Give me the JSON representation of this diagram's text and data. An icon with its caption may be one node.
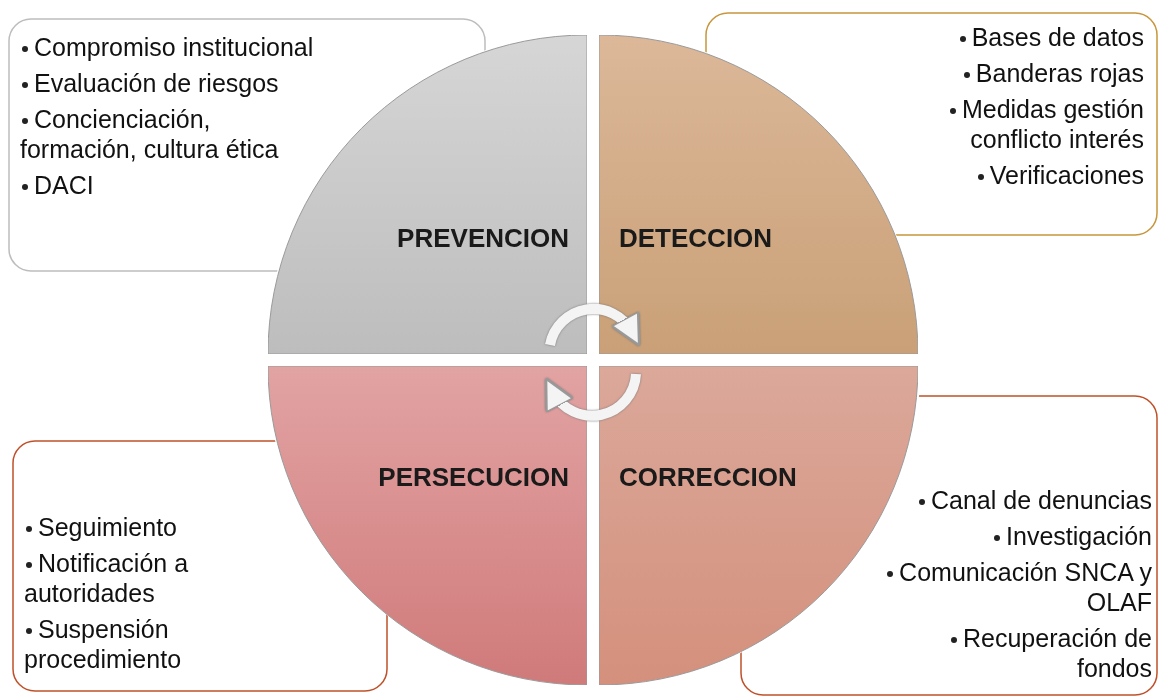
{
  "diagram": {
    "nodes": [
      {
        "text": [
          "PREVENCION"
        ]
      },
      {
        "text": [
          "DETECCION"
        ]
      },
      {
        "text": [
          "CORRECCION"
        ]
      },
      {
        "text": [
          "PERSECUCION"
        ]
      },
      {
        "text": [
          "Compromiso institucional",
          "Evaluación de riesgos",
          "Concienciación, formación, cultura ética",
          "DACI"
        ]
      },
      {
        "text": [
          "Bases de datos",
          "Banderas rojas",
          "Medidas gestión conflicto interés",
          "Verificaciones"
        ]
      },
      {
        "text": [
          "Canal de denuncias",
          "Investigación",
          "Comunicación SNCA y OLAF",
          "Recuperación de fondos"
        ]
      },
      {
        "text": [
          "Seguimiento",
          "Notificación a autoridades",
          "Suspensión procedimiento"
        ]
      }
    ],
    "edges": [
      {
        "from": 0,
        "to": 1,
        "arrow": "to"
      },
      {
        "from": 2,
        "to": 3,
        "arrow": "to"
      }
    ]
  }
}
